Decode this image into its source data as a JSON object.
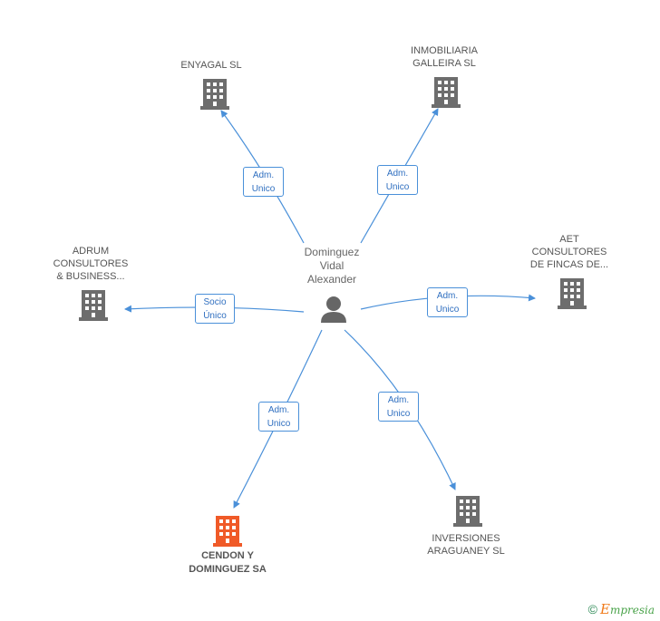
{
  "center": {
    "name_lines": [
      "Dominguez",
      "Vidal",
      "Alexander"
    ],
    "icon": "person-icon"
  },
  "companies": [
    {
      "id": "enyagal",
      "lines": [
        "ENYAGAL SL"
      ],
      "icon": "building-icon",
      "color": "#6d6d6d"
    },
    {
      "id": "inmobiliaria",
      "lines": [
        "INMOBILIARIA",
        "GALLEIRA SL"
      ],
      "icon": "building-icon",
      "color": "#6d6d6d"
    },
    {
      "id": "aet",
      "lines": [
        "AET",
        "CONSULTORES",
        "DE FINCAS DE..."
      ],
      "icon": "building-icon",
      "color": "#6d6d6d"
    },
    {
      "id": "adrum",
      "lines": [
        "ADRUM",
        "CONSULTORES",
        "& BUSINESS..."
      ],
      "icon": "building-icon",
      "color": "#6d6d6d"
    },
    {
      "id": "cendon",
      "lines": [
        "CENDON Y",
        "DOMINGUEZ SA"
      ],
      "icon": "building-icon",
      "color": "#f05a28"
    },
    {
      "id": "inversiones",
      "lines": [
        "INVERSIONES",
        "ARAGUANEY SL"
      ],
      "icon": "building-icon",
      "color": "#6d6d6d"
    }
  ],
  "relations": [
    {
      "target": "enyagal",
      "lines": [
        "Adm.",
        "Unico"
      ]
    },
    {
      "target": "inmobiliaria",
      "lines": [
        "Adm.",
        "Unico"
      ]
    },
    {
      "target": "aet",
      "lines": [
        "Adm.",
        "Unico"
      ]
    },
    {
      "target": "adrum",
      "lines": [
        "Socio",
        "Único"
      ]
    },
    {
      "target": "cendon",
      "lines": [
        "Adm.",
        "Unico"
      ]
    },
    {
      "target": "inversiones",
      "lines": [
        "Adm.",
        "Unico"
      ]
    }
  ],
  "colors": {
    "edge": "#4a90d9",
    "building": "#6d6d6d",
    "highlight": "#f05a28",
    "person": "#666666"
  },
  "footer": {
    "copyright": "©",
    "brand_first": "E",
    "brand_rest": "mpresia"
  }
}
